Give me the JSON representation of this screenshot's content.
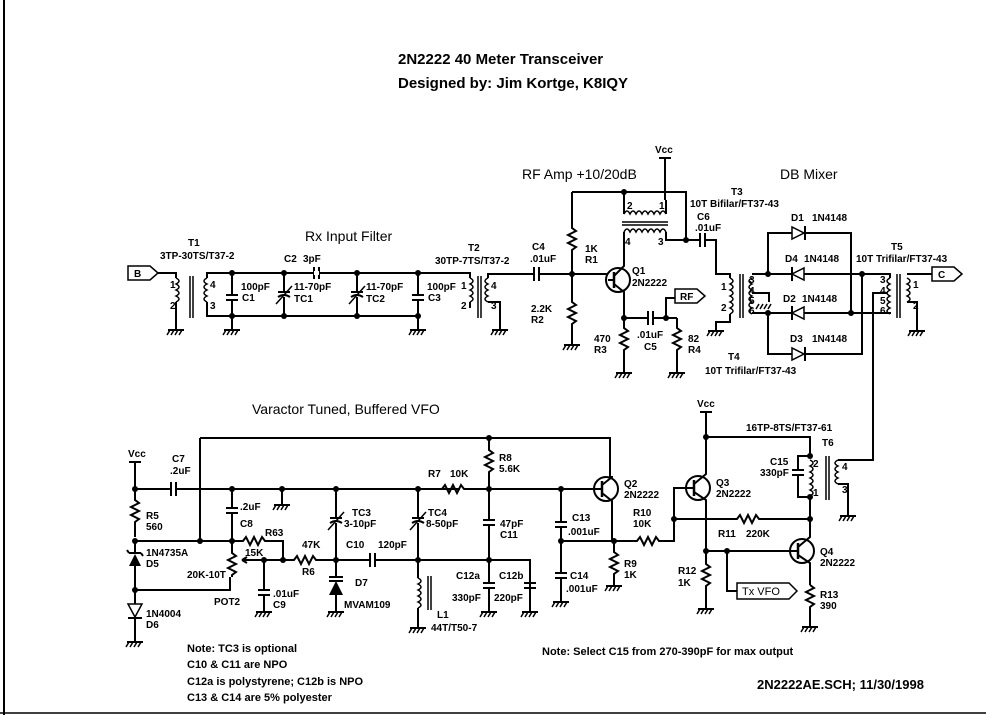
{
  "title": {
    "line1": "2N2222 40 Meter Transceiver",
    "line2": "Designed by:  Jim Kortge, K8IQY"
  },
  "sections": {
    "rx_filter": "Rx Input Filter",
    "rf_amp": "RF Amp +10/20dB",
    "mixer": "DB Mixer",
    "vfo": "Varactor Tuned, Buffered VFO"
  },
  "ports": {
    "b": "B",
    "c": "C",
    "rf": "RF",
    "tx_vfo": "Tx VFO"
  },
  "power": {
    "vcc": "Vcc"
  },
  "components": {
    "t1": {
      "ref": "T1",
      "value": "3TP-30TS/T37-2",
      "pins": [
        "1",
        "2",
        "4",
        "3"
      ]
    },
    "t2": {
      "ref": "T2",
      "value": "30TP-7TS/T37-2",
      "pins": [
        "1",
        "2",
        "4",
        "3"
      ]
    },
    "t3": {
      "ref": "T3",
      "value": "10T Bifilar/FT37-43",
      "pins": [
        "2",
        "1",
        "4",
        "3"
      ]
    },
    "t4": {
      "ref": "T4",
      "value": "10T Trifilar/FT37-43",
      "pins": [
        "1",
        "2",
        "3",
        "4",
        "5",
        "6"
      ]
    },
    "t5": {
      "ref": "T5",
      "value": "10T Trifilar/FT37-43",
      "pins": [
        "3",
        "4",
        "5",
        "6",
        "1",
        "2"
      ]
    },
    "t6": {
      "ref": "T6",
      "value": "16TP-8TS/FT37-61",
      "pins": [
        "2",
        "1",
        "4",
        "3"
      ]
    },
    "c1": {
      "ref": "C1",
      "value": "100pF"
    },
    "c2": {
      "ref": "C2",
      "value": "3pF"
    },
    "c3": {
      "ref": "C3",
      "value": "100pF"
    },
    "c4": {
      "ref": "C4",
      "value": ".01uF"
    },
    "c5": {
      "ref": "C5",
      "value": ".01uF"
    },
    "c6": {
      "ref": "C6",
      "value": ".01uF"
    },
    "c7": {
      "ref": "C7",
      "value": ".2uF"
    },
    "c8": {
      "ref": "C8",
      "value": ".2uF"
    },
    "c9": {
      "ref": "C9",
      "value": ".01uF"
    },
    "c10": {
      "ref": "C10",
      "value": "120pF"
    },
    "c11": {
      "ref": "C11",
      "value": "47pF"
    },
    "c12a": {
      "ref": "C12a",
      "value": "330pF"
    },
    "c12b": {
      "ref": "C12b",
      "value": "220pF"
    },
    "c13": {
      "ref": "C13",
      "value": ".001uF"
    },
    "c14": {
      "ref": "C14",
      "value": ".001uF"
    },
    "c15": {
      "ref": "C15",
      "value": "330pF"
    },
    "tc1": {
      "ref": "TC1",
      "value": "11-70pF"
    },
    "tc2": {
      "ref": "TC2",
      "value": "11-70pF"
    },
    "tc3": {
      "ref": "TC3",
      "value": "3-10pF"
    },
    "tc4": {
      "ref": "TC4",
      "value": "8-50pF"
    },
    "r1": {
      "ref": "R1",
      "value": "1K"
    },
    "r2": {
      "ref": "R2",
      "value": "2.2K"
    },
    "r3": {
      "ref": "R3",
      "value": "470"
    },
    "r4": {
      "ref": "R4",
      "value": "82"
    },
    "r5": {
      "ref": "R5",
      "value": "560"
    },
    "r6": {
      "ref": "R6",
      "value": "47K"
    },
    "r7": {
      "ref": "R7",
      "value": "10K"
    },
    "r8": {
      "ref": "R8",
      "value": "5.6K"
    },
    "r9": {
      "ref": "R9",
      "value": "1K"
    },
    "r10": {
      "ref": "R10",
      "value": "10K"
    },
    "r11": {
      "ref": "R11",
      "value": "220K"
    },
    "r12": {
      "ref": "R12",
      "value": "1K"
    },
    "r13": {
      "ref": "R13",
      "value": "390"
    },
    "r63": {
      "ref": "R63",
      "value": "15K"
    },
    "pot2": {
      "ref": "POT2",
      "value": "20K-10T"
    },
    "d1": {
      "ref": "D1",
      "value": "1N4148"
    },
    "d2": {
      "ref": "D2",
      "value": "1N4148"
    },
    "d3": {
      "ref": "D3",
      "value": "1N4148"
    },
    "d4": {
      "ref": "D4",
      "value": "1N4148"
    },
    "d5": {
      "ref": "D5",
      "value": "1N4735A"
    },
    "d6": {
      "ref": "D6",
      "value": "1N4004"
    },
    "d7": {
      "ref": "D7",
      "value": "MVAM109"
    },
    "l1": {
      "ref": "L1",
      "value": "44T/T50-7"
    },
    "q1": {
      "ref": "Q1",
      "value": "2N2222"
    },
    "q2": {
      "ref": "Q2",
      "value": "2N2222"
    },
    "q3": {
      "ref": "Q3",
      "value": "2N2222"
    },
    "q4": {
      "ref": "Q4",
      "value": "2N2222"
    }
  },
  "notes": {
    "vfo": [
      "Note:  TC3 is optional",
      "C10 & C11 are NPO",
      "C12a is polystyrene; C12b is NPO",
      "C13 & C14 are 5% polyester"
    ],
    "c15": "Note: Select C15 from 270-390pF for max output"
  },
  "footer": "2N2222AE.SCH; 11/30/1998"
}
